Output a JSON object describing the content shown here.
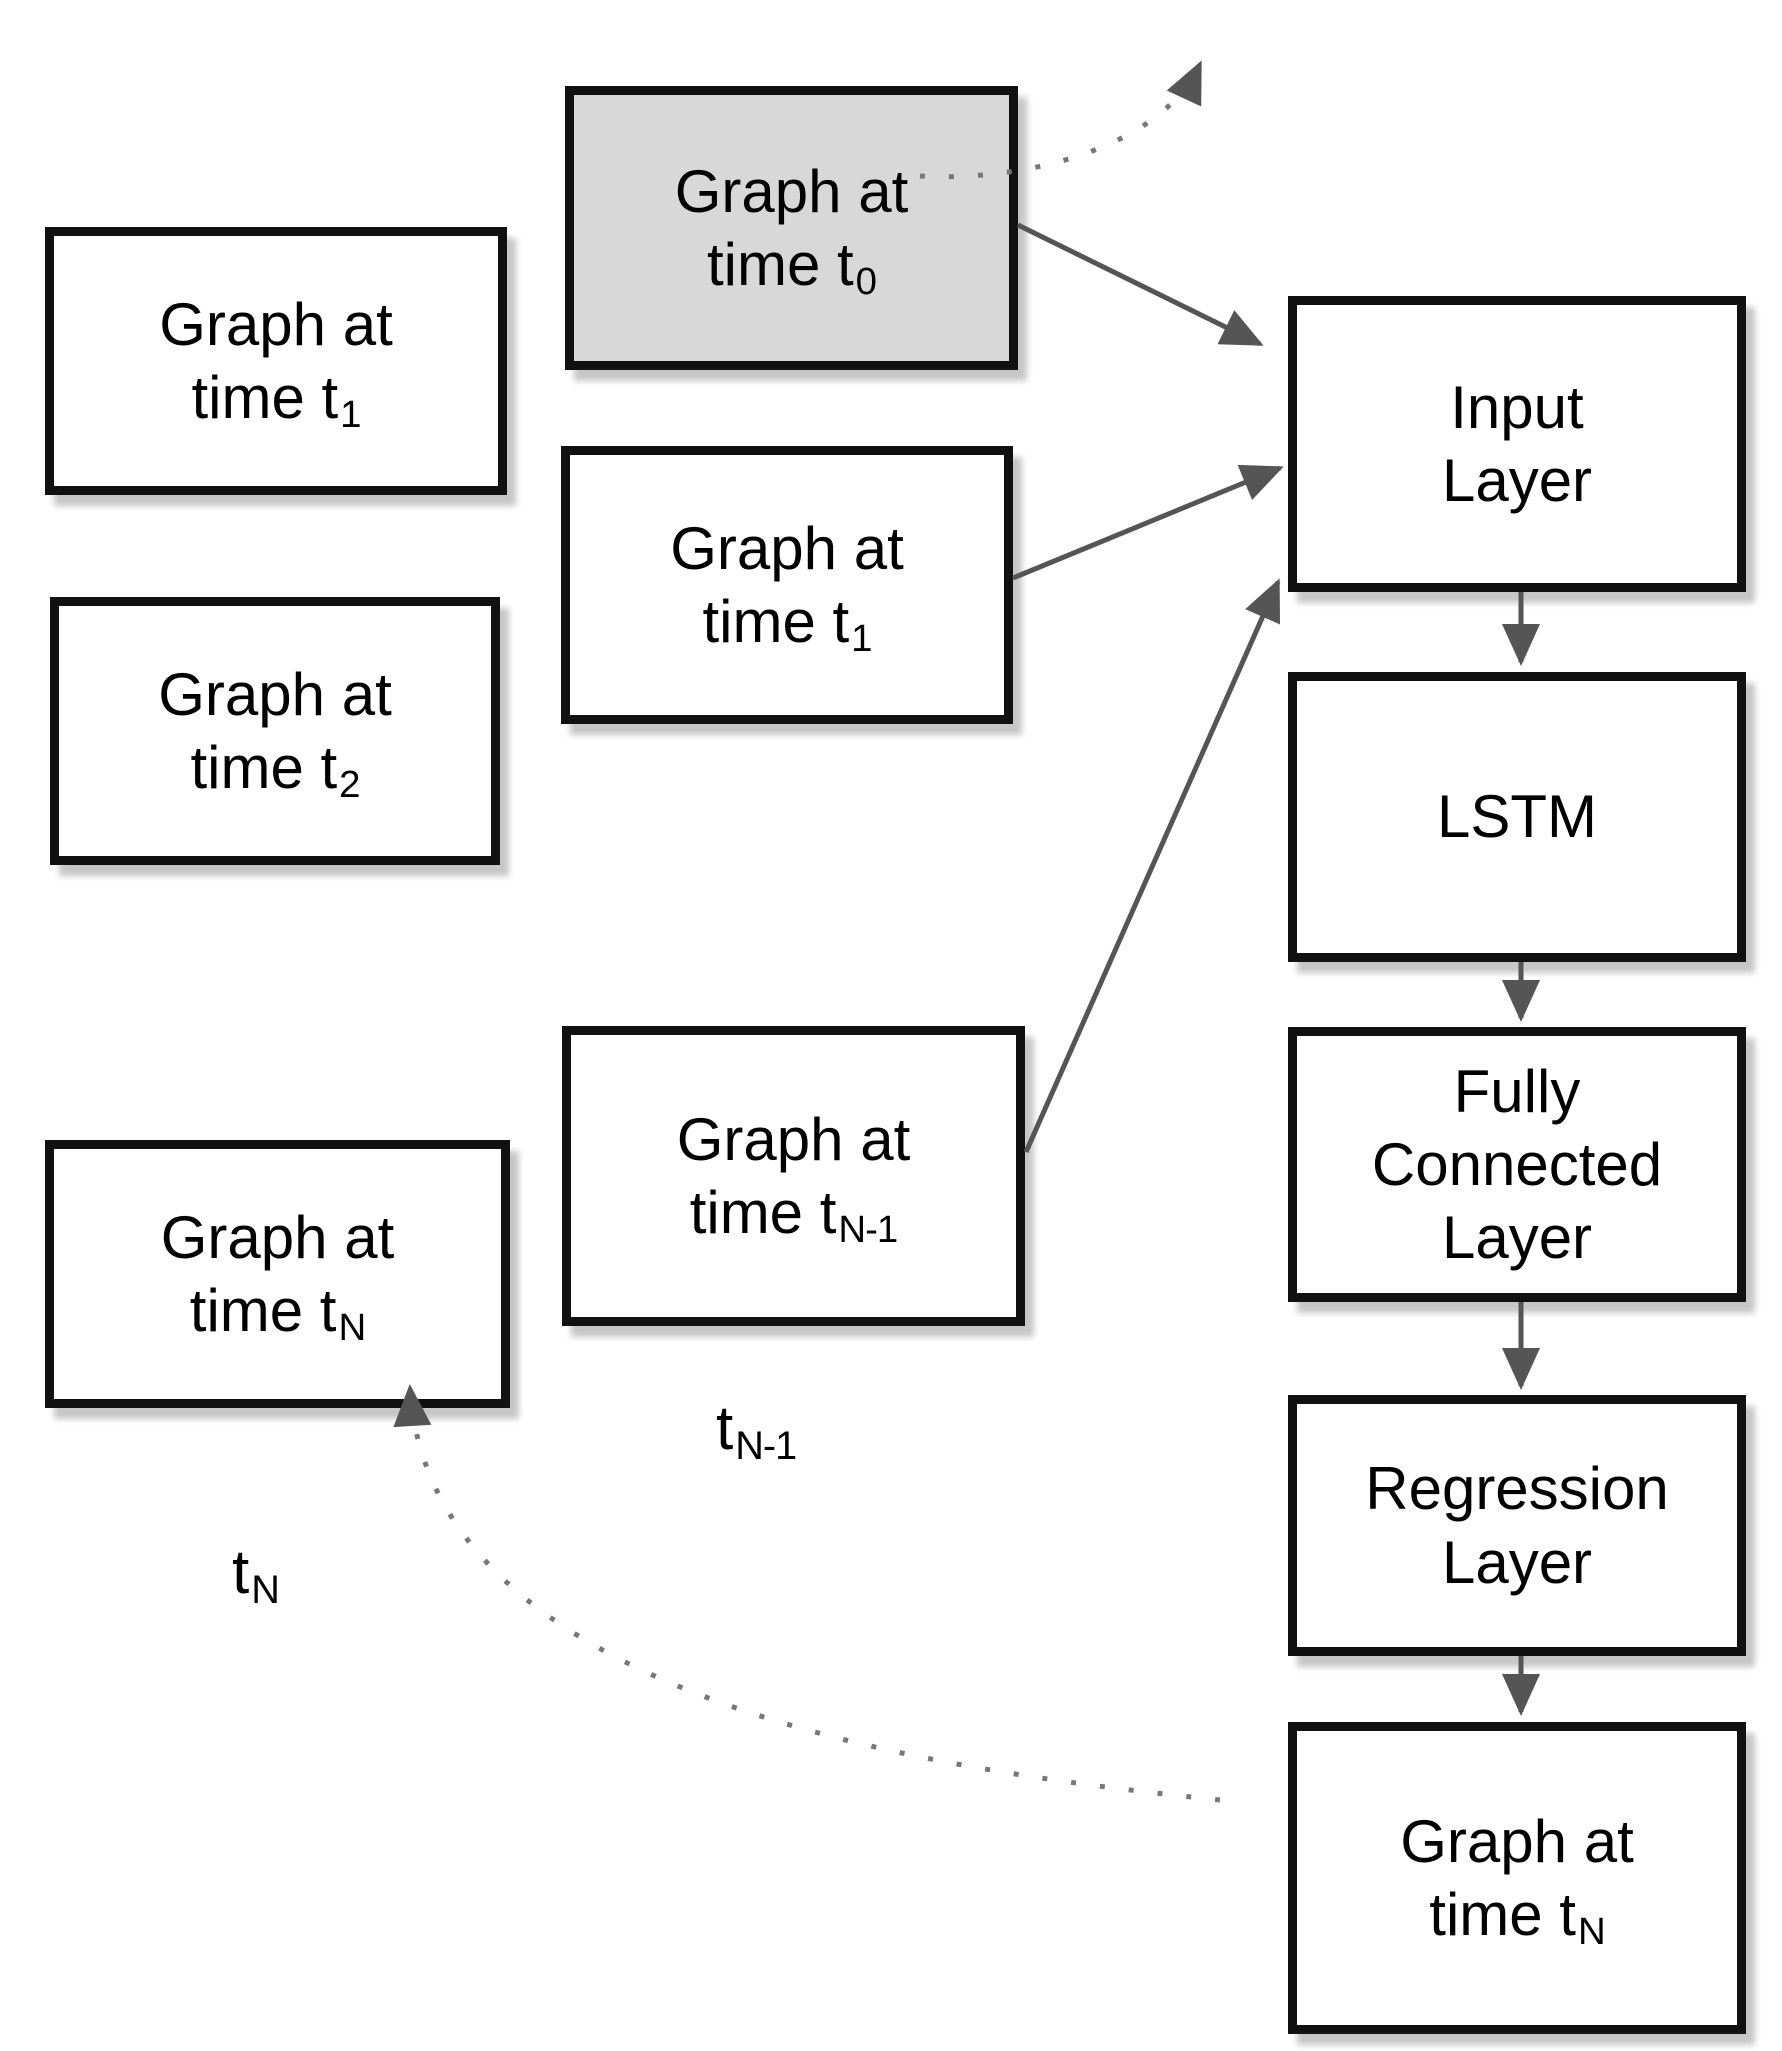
{
  "colors": {
    "page_bg": "#ffffff",
    "box_fill": "#ffffff",
    "highlight_fill": "#d8d8d8",
    "box_border": "#111111",
    "arrow": "#555555",
    "dotted_arrow": "#777777",
    "shadow": "#c6c6c6",
    "text": "#000000"
  },
  "boxes": {
    "left_t1": {
      "line1": "Graph at",
      "line2": "time t",
      "subscript": "1"
    },
    "left_t2": {
      "line1": "Graph at",
      "line2": "time t",
      "subscript": "2"
    },
    "left_tN": {
      "line1": "Graph at",
      "line2": "time t",
      "subscript": "N"
    },
    "mid_t0": {
      "line1": "Graph at",
      "line2": "time t",
      "subscript": "0"
    },
    "mid_t1": {
      "line1": "Graph at",
      "line2": "time t",
      "subscript": "1"
    },
    "mid_tN1": {
      "line1": "Graph at",
      "line2": "time t",
      "subscript": "N-1"
    },
    "input_layer": {
      "line1": "Input",
      "line2": "Layer"
    },
    "lstm": {
      "line1": "LSTM"
    },
    "fully_connected": {
      "line1": "Fully",
      "line2": "Connected",
      "line3": "Layer"
    },
    "regression": {
      "line1": "Regression",
      "line2": "Layer"
    },
    "output_tN": {
      "line1": "Graph at",
      "line2": "time t",
      "subscript": "N"
    }
  },
  "floating_labels": {
    "tN": {
      "base": "t",
      "subscript": "N"
    },
    "tN1": {
      "base": "t",
      "subscript": "N-1"
    }
  }
}
